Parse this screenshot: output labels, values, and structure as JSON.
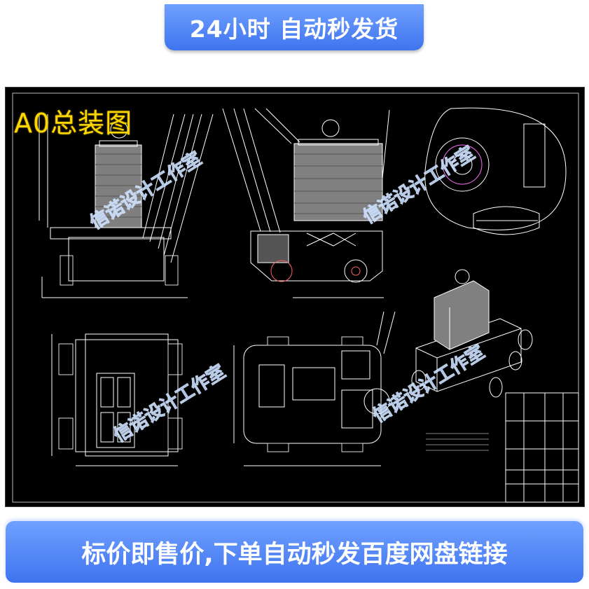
{
  "header": {
    "banner_text": "24小时 自动秒发货"
  },
  "drawing": {
    "title": "A0总装图",
    "watermark": "信诺设计工作室",
    "colors": {
      "background": "#000000",
      "lines": "#ffffff",
      "accent_red": "#ff4040",
      "accent_yellow": "#ffd700"
    }
  },
  "footer": {
    "banner_text": "标价即售价,下单自动秒发百度网盘链接"
  }
}
